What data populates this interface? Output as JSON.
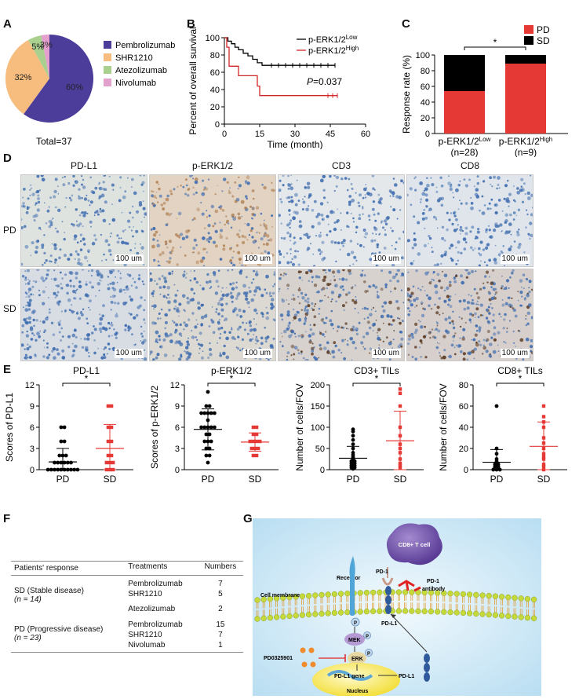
{
  "panels": {
    "A": "A",
    "B": "B",
    "C": "C",
    "D": "D",
    "E": "E",
    "F": "F",
    "G": "G"
  },
  "chart_data": [
    {
      "panel": "A",
      "type": "pie",
      "labels": [
        "Pembrolizumab",
        "SHR1210",
        "Atezolizumab",
        "Nivolumab"
      ],
      "values": [
        60,
        32,
        5,
        3
      ],
      "value_labels": [
        "60%",
        "32%",
        "5%",
        "3%"
      ],
      "colors": [
        "#4c3d9b",
        "#f7bd7f",
        "#a9d08e",
        "#e4a0cc"
      ],
      "caption": "Total=37",
      "legend": "right"
    },
    {
      "panel": "B",
      "type": "line",
      "xlabel": "Time (month)",
      "ylabel": "Percent of overall survival",
      "xlim": [
        0,
        60
      ],
      "ylim": [
        0,
        100
      ],
      "xticks": [
        0,
        15,
        30,
        45,
        60
      ],
      "yticks": [
        0,
        20,
        40,
        60,
        80,
        100
      ],
      "annotation": "P=0.037",
      "legend": "top-right",
      "series": [
        {
          "name": "p-ERK1/2",
          "name_sup": "Low",
          "color": "#000000",
          "x": [
            0,
            1.5,
            3,
            4.5,
            6,
            8,
            10,
            12,
            14,
            16,
            18
          ],
          "y": [
            100,
            96,
            93,
            89,
            86,
            82,
            79,
            75,
            71,
            68,
            68
          ],
          "censor_x": [
            20,
            23,
            26,
            29,
            32,
            35,
            38,
            41,
            44,
            47
          ]
        },
        {
          "name": "p-ERK1/2",
          "name_sup": "High",
          "color": "#d62728",
          "x": [
            0,
            1,
            2,
            6,
            14,
            15,
            16,
            48
          ],
          "y": [
            100,
            89,
            67,
            56,
            44,
            33,
            33,
            33
          ],
          "censor_x": [
            44,
            46,
            48
          ]
        }
      ]
    },
    {
      "panel": "C",
      "type": "bar",
      "stacked": true,
      "ylabel": "Response rate (%)",
      "ylim": [
        0,
        100
      ],
      "yticks": [
        0,
        20,
        40,
        60,
        80,
        100
      ],
      "categories": [
        "p-ERK1/2 Low",
        "p-ERK1/2 High"
      ],
      "category_main": [
        "p-ERK1/2",
        "p-ERK1/2"
      ],
      "category_sup": [
        "Low",
        "High"
      ],
      "category_n": [
        "(n=28)",
        "(n=9)"
      ],
      "series": [
        {
          "name": "PD",
          "color": "#e53935",
          "values": [
            54,
            89
          ]
        },
        {
          "name": "SD",
          "color": "#000000",
          "values": [
            46,
            11
          ]
        }
      ],
      "significance": "*",
      "legend": "top-right"
    },
    {
      "panel": "E1",
      "type": "scatter",
      "title": "PD-L1",
      "ylabel": "Scores of PD-L1",
      "ylim": [
        0,
        12
      ],
      "yticks": [
        0,
        3,
        6,
        9,
        12
      ],
      "categories": [
        "PD",
        "SD"
      ],
      "significance": "*",
      "groups": [
        {
          "name": "PD",
          "color": "#000000",
          "marker": "circle",
          "values": [
            0,
            0,
            0,
            0,
            0,
            0,
            0,
            0,
            0,
            0,
            1,
            1,
            1,
            1,
            1,
            1,
            2,
            2,
            2,
            4,
            4,
            6,
            6
          ],
          "mean": 1.1,
          "sd": 1.9
        },
        {
          "name": "SD",
          "color": "#e53935",
          "marker": "square",
          "values": [
            0,
            0,
            0,
            1,
            1,
            1,
            2,
            2,
            4,
            4,
            6,
            6,
            9,
            9
          ],
          "mean": 3.0,
          "sd": 3.4
        }
      ]
    },
    {
      "panel": "E2",
      "type": "scatter",
      "title": "p-ERK1/2",
      "ylabel": "Scores of p-ERK1/2",
      "ylim": [
        0,
        12
      ],
      "yticks": [
        0,
        3,
        6,
        9,
        12
      ],
      "categories": [
        "PD",
        "SD"
      ],
      "significance": "*",
      "groups": [
        {
          "name": "PD",
          "color": "#000000",
          "marker": "circle",
          "values": [
            1,
            2,
            2,
            3,
            3,
            4,
            4,
            4,
            5,
            5,
            6,
            6,
            6,
            6,
            6,
            7,
            8,
            8,
            8,
            8,
            8,
            9,
            9,
            11
          ],
          "mean": 5.7,
          "sd": 2.9
        },
        {
          "name": "SD",
          "color": "#e53935",
          "marker": "square",
          "values": [
            2,
            2,
            3,
            3,
            3,
            4,
            4,
            4,
            4,
            5,
            5,
            6,
            6
          ],
          "mean": 3.9,
          "sd": 1.3
        }
      ]
    },
    {
      "panel": "E3",
      "type": "scatter",
      "title": "CD3+ TILs",
      "ylabel": "Number of cells/FOV",
      "ylim": [
        0,
        200
      ],
      "yticks": [
        0,
        50,
        100,
        150,
        200
      ],
      "categories": [
        "PD",
        "SD"
      ],
      "significance": "*",
      "groups": [
        {
          "name": "PD",
          "color": "#000000",
          "marker": "circle",
          "values": [
            2,
            3,
            5,
            5,
            8,
            10,
            10,
            12,
            15,
            15,
            20,
            20,
            25,
            30,
            35,
            40,
            50,
            60,
            70,
            80,
            90,
            95
          ],
          "mean": 27,
          "sd": 28
        },
        {
          "name": "SD",
          "color": "#e53935",
          "marker": "square",
          "values": [
            5,
            10,
            15,
            25,
            40,
            50,
            60,
            80,
            100,
            150,
            180,
            190
          ],
          "mean": 68,
          "sd": 70
        }
      ]
    },
    {
      "panel": "E4",
      "type": "scatter",
      "title": "CD8+ TILs",
      "ylabel": "Number of cells/FOV",
      "ylim": [
        0,
        80
      ],
      "yticks": [
        0,
        20,
        40,
        60,
        80
      ],
      "categories": [
        "PD",
        "SD"
      ],
      "significance": "*",
      "groups": [
        {
          "name": "PD",
          "color": "#000000",
          "marker": "circle",
          "values": [
            0,
            0,
            0,
            1,
            1,
            2,
            2,
            3,
            3,
            4,
            5,
            5,
            6,
            8,
            10,
            15,
            20,
            60
          ],
          "mean": 7,
          "sd": 12
        },
        {
          "name": "SD",
          "color": "#e53935",
          "marker": "square",
          "values": [
            0,
            3,
            5,
            10,
            12,
            15,
            20,
            25,
            30,
            40,
            45,
            50,
            60
          ],
          "mean": 22,
          "sd": 23
        }
      ]
    }
  ],
  "panel_D": {
    "columns": [
      "PD-L1",
      "p-ERK1/2",
      "CD3",
      "CD8"
    ],
    "rows": [
      "PD",
      "SD"
    ],
    "scale_bar": "100 um"
  },
  "panel_F": {
    "headers": [
      "Patients' response",
      "Treatments",
      "Numbers"
    ],
    "groups": [
      {
        "label": "SD (Stable disease)",
        "n": "(n = 14)",
        "rows": [
          [
            "Pembrolizumab",
            "7"
          ],
          [
            "SHR1210",
            "5"
          ],
          [
            "Atezolizumab",
            "2"
          ]
        ]
      },
      {
        "label": "PD (Progressive disease)",
        "n": "(n = 23)",
        "rows": [
          [
            "Pembrolizumab",
            "15"
          ],
          [
            "SHR1210",
            "7"
          ],
          [
            "Nivolumab",
            "1"
          ]
        ]
      }
    ]
  },
  "panel_G": {
    "labels": {
      "cd8": "CD8+ T cell",
      "pd1": "PD-1",
      "antibody": "PD-1 antibody",
      "receptor": "Receptor",
      "membrane": "Cell membrane",
      "p": "P",
      "mek": "MEK",
      "erk": "ERK",
      "inhibitor": "PD0325901",
      "pdl1": "PD-L1",
      "gene": "PD-L1 gene",
      "nucleus": "Nucleus"
    }
  }
}
